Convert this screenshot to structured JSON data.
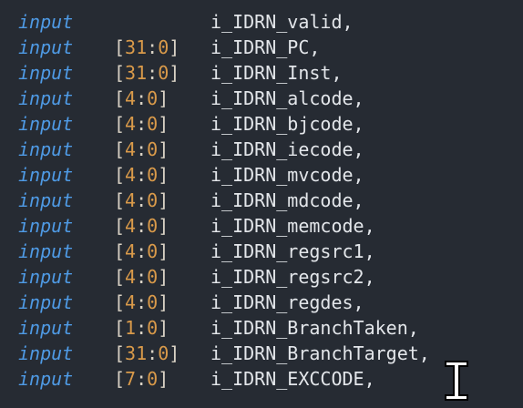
{
  "editor": {
    "lines": [
      {
        "keyword": "input",
        "range": null,
        "signal": "i_IDRN_valid,"
      },
      {
        "keyword": "input",
        "range": {
          "hi": "31",
          "lo": "0"
        },
        "signal": "i_IDRN_PC,"
      },
      {
        "keyword": "input",
        "range": {
          "hi": "31",
          "lo": "0"
        },
        "signal": "i_IDRN_Inst,"
      },
      {
        "keyword": "input",
        "range": {
          "hi": "4",
          "lo": "0"
        },
        "signal": "i_IDRN_alcode,"
      },
      {
        "keyword": "input",
        "range": {
          "hi": "4",
          "lo": "0"
        },
        "signal": "i_IDRN_bjcode,"
      },
      {
        "keyword": "input",
        "range": {
          "hi": "4",
          "lo": "0"
        },
        "signal": "i_IDRN_iecode,"
      },
      {
        "keyword": "input",
        "range": {
          "hi": "4",
          "lo": "0"
        },
        "signal": "i_IDRN_mvcode,"
      },
      {
        "keyword": "input",
        "range": {
          "hi": "4",
          "lo": "0"
        },
        "signal": "i_IDRN_mdcode,"
      },
      {
        "keyword": "input",
        "range": {
          "hi": "4",
          "lo": "0"
        },
        "signal": "i_IDRN_memcode,"
      },
      {
        "keyword": "input",
        "range": {
          "hi": "4",
          "lo": "0"
        },
        "signal": "i_IDRN_regsrc1,"
      },
      {
        "keyword": "input",
        "range": {
          "hi": "4",
          "lo": "0"
        },
        "signal": "i_IDRN_regsrc2,"
      },
      {
        "keyword": "input",
        "range": {
          "hi": "4",
          "lo": "0"
        },
        "signal": "i_IDRN_regdes,"
      },
      {
        "keyword": "input",
        "range": {
          "hi": "1",
          "lo": "0"
        },
        "signal": "i_IDRN_BranchTaken,"
      },
      {
        "keyword": "input",
        "range": {
          "hi": "31",
          "lo": "0"
        },
        "signal": "i_IDRN_BranchTarget,"
      },
      {
        "keyword": "input",
        "range": {
          "hi": "7",
          "lo": "0"
        },
        "signal": "i_IDRN_EXCCODE,"
      }
    ],
    "cursor_icon": "text-cursor-icon",
    "colors": {
      "background": "#262b33",
      "keyword": "#4f9be6",
      "number": "#d99a4a",
      "bracket": "#d9d2c5",
      "identifier": "#e3e6ea"
    }
  }
}
